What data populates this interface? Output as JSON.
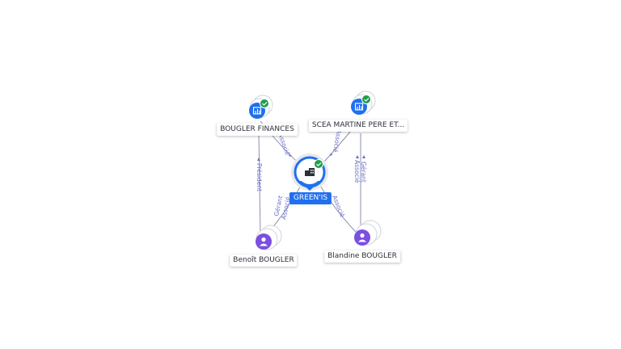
{
  "nodes": {
    "greenis": {
      "label": "GREEN'IS",
      "icon": "building-icon",
      "verified": true,
      "color": "#1f6ff0"
    },
    "bougler_finances": {
      "label": "BOUGLER FINANCES",
      "icon": "company-icon",
      "verified": true,
      "color": "#1f6ff0"
    },
    "scea_martine": {
      "label": "SCEA MARTINE PERE ET...",
      "icon": "company-icon",
      "verified": true,
      "color": "#1f6ff0"
    },
    "benoit": {
      "label": "Benoît BOUGLER",
      "icon": "person-icon",
      "color": "#7b4fe0"
    },
    "blandine": {
      "label": "Blandine BOUGLER",
      "icon": "person-icon",
      "color": "#7b4fe0"
    }
  },
  "edges": {
    "bf_greenis": {
      "label": "Associé"
    },
    "scea_greenis": {
      "label": "Associé"
    },
    "benoit_bf": {
      "label": "Président"
    },
    "blandine_scea": {
      "label_line1": "Gérant",
      "label_line2": "Associé"
    },
    "benoit_greenis": {
      "label_line1": "Gérant",
      "label_line2": "Associé"
    },
    "blandine_greenis": {
      "label": "Associé"
    }
  },
  "colors": {
    "verified_check": "#1e9e4a",
    "edge": "#8a90b0",
    "edge_label": "#6b6fc8"
  }
}
